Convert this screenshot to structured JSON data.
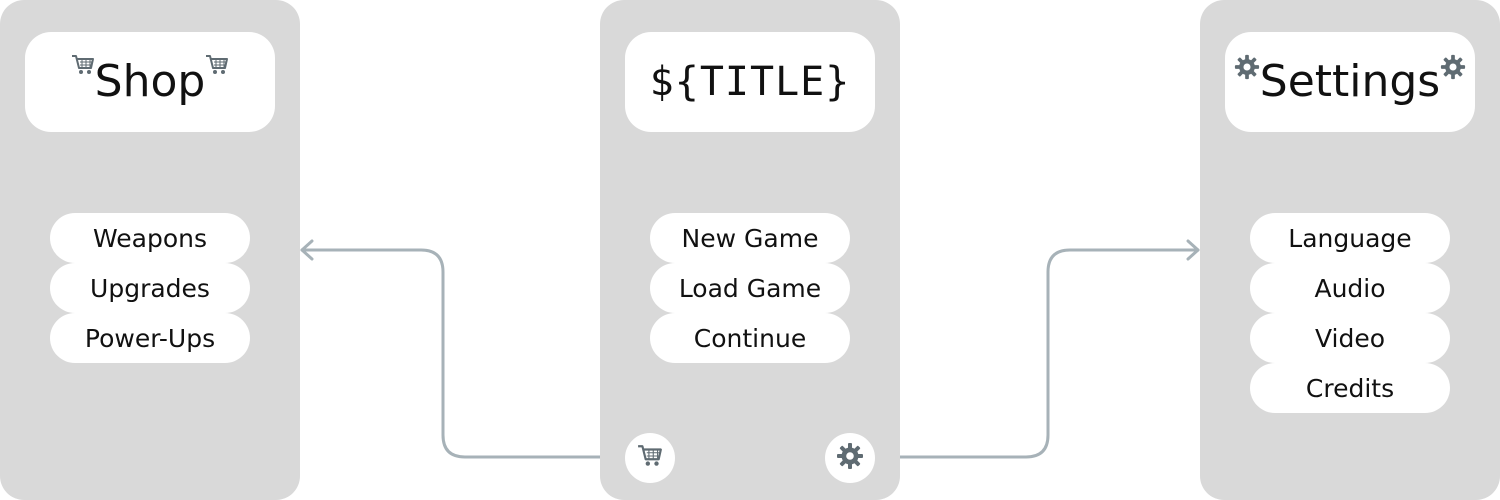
{
  "colors": {
    "panel": "#d9d9d9",
    "card": "#ffffff",
    "text": "#111111",
    "connector": "#a7b2b8",
    "icon": "#5f6b72"
  },
  "shop": {
    "title": "Shop",
    "icon": "cart-icon",
    "items": [
      {
        "label": "Weapons"
      },
      {
        "label": "Upgrades"
      },
      {
        "label": "Power-Ups"
      }
    ]
  },
  "main": {
    "title": "${TITLE}",
    "items": [
      {
        "label": "New Game"
      },
      {
        "label": "Load Game"
      },
      {
        "label": "Continue"
      }
    ],
    "shop_button_icon": "cart-icon",
    "settings_button_icon": "gear-icon"
  },
  "settings": {
    "title": "Settings",
    "icon": "gear-icon",
    "items": [
      {
        "label": "Language"
      },
      {
        "label": "Audio"
      },
      {
        "label": "Video"
      },
      {
        "label": "Credits"
      }
    ]
  }
}
